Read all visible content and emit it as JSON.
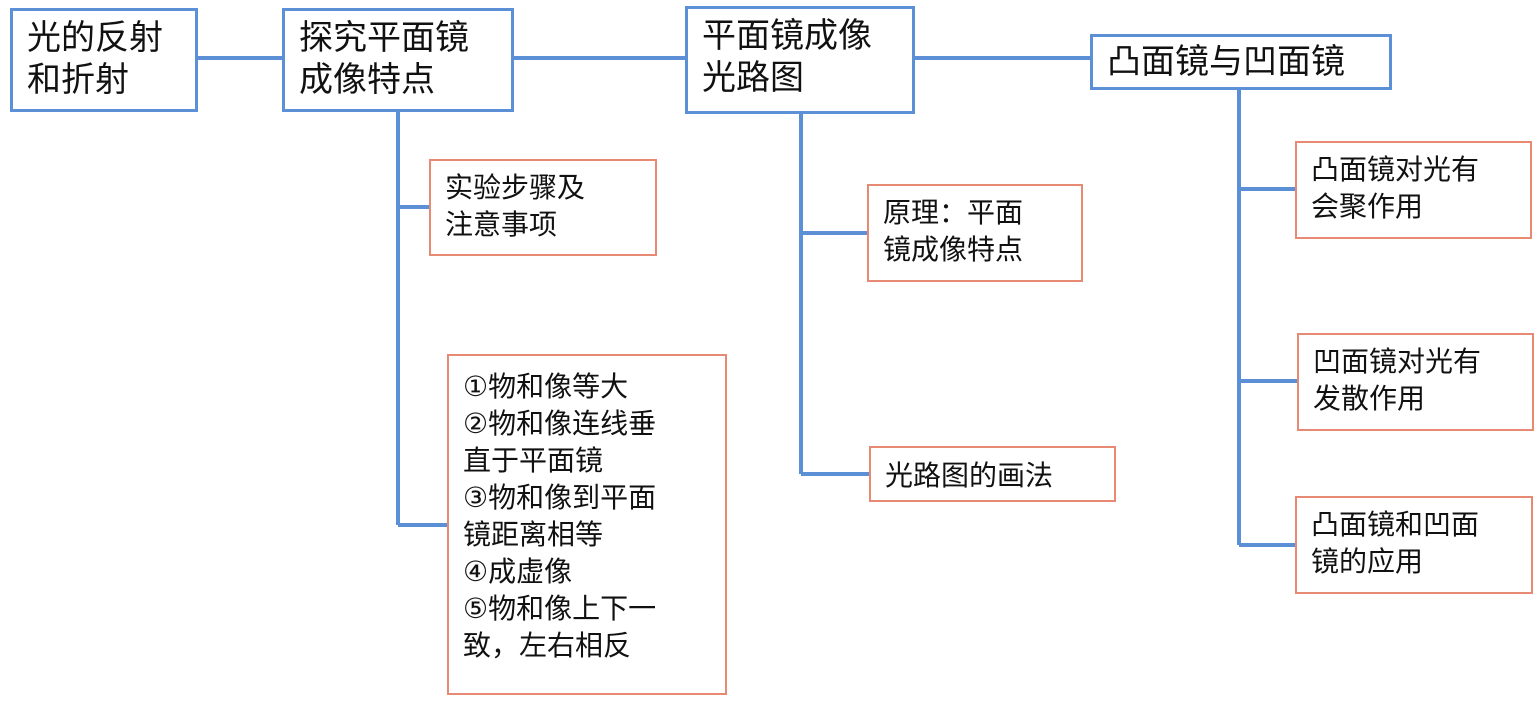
{
  "colors": {
    "main_border": "#5b8fd6",
    "sub_border": "#e88a73",
    "connector": "#5b8fd6"
  },
  "nodes": {
    "reflection_refraction": "光的反射\n和折射",
    "explore_mirror": "探究平面镜\n成像特点",
    "mirror_light_path": "平面镜成像\n光路图",
    "convex_concave": "凸面镜与凹面镜",
    "experiment_steps": "实验步骤及\n注意事项",
    "characteristics": "①物和像等大\n②物和像连线垂\n直于平面镜\n③物和像到平面\n镜距离相等\n④成虚像\n⑤物和像上下一\n致，左右相反",
    "principle": "原理：平面\n镜成像特点",
    "drawing_method": "光路图的画法",
    "convex_converge": "凸面镜对光有\n会聚作用",
    "concave_diverge": "凹面镜对光有\n发散作用",
    "applications": "凸面镜和凹面\n镜的应用"
  }
}
